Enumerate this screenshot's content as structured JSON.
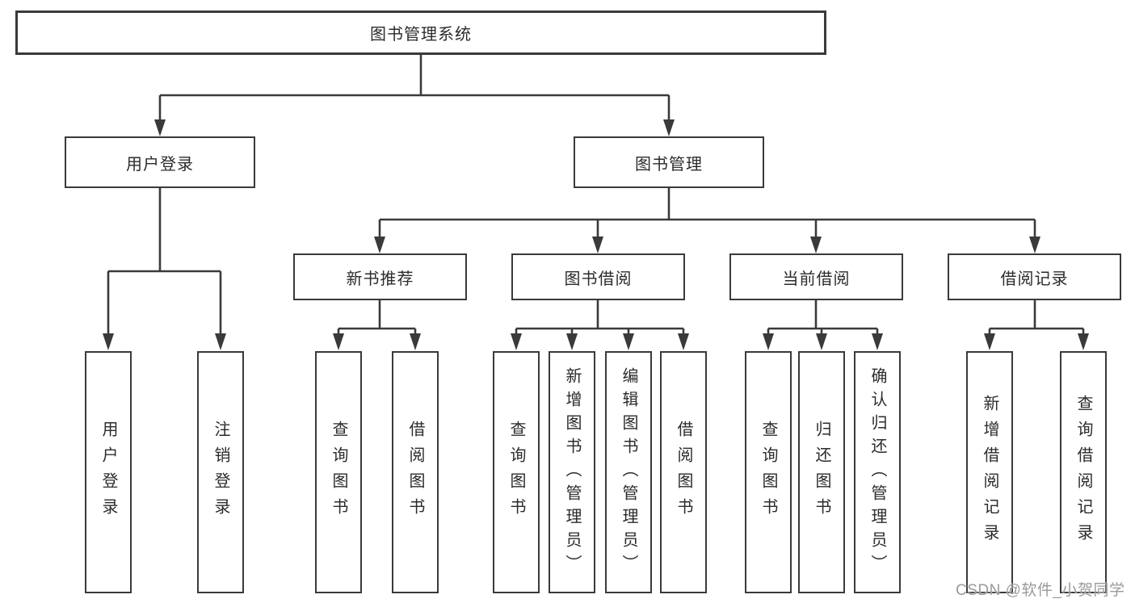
{
  "diagram": {
    "title": "图书管理系统",
    "branches": {
      "user": {
        "label": "用户登录",
        "children": [
          {
            "label": "用户登录"
          },
          {
            "label": "注销登录"
          }
        ]
      },
      "book": {
        "label": "图书管理",
        "children": [
          {
            "label": "新书推荐",
            "children": [
              {
                "label": "查询图书"
              },
              {
                "label": "借阅图书"
              }
            ]
          },
          {
            "label": "图书借阅",
            "children": [
              {
                "label": "查询图书"
              },
              {
                "label": "新增图书（管理员）"
              },
              {
                "label": "编辑图书（管理员）"
              },
              {
                "label": "借阅图书"
              }
            ]
          },
          {
            "label": "当前借阅",
            "children": [
              {
                "label": "查询图书"
              },
              {
                "label": "归还图书"
              },
              {
                "label": "确认归还（管理员）"
              }
            ]
          },
          {
            "label": "借阅记录",
            "children": [
              {
                "label": "新增借阅记录"
              },
              {
                "label": "查询借阅记录"
              }
            ]
          }
        ]
      }
    },
    "line_color": "#3a3a3a"
  },
  "watermark": {
    "text": "CSDN @软件_小贺同学"
  }
}
